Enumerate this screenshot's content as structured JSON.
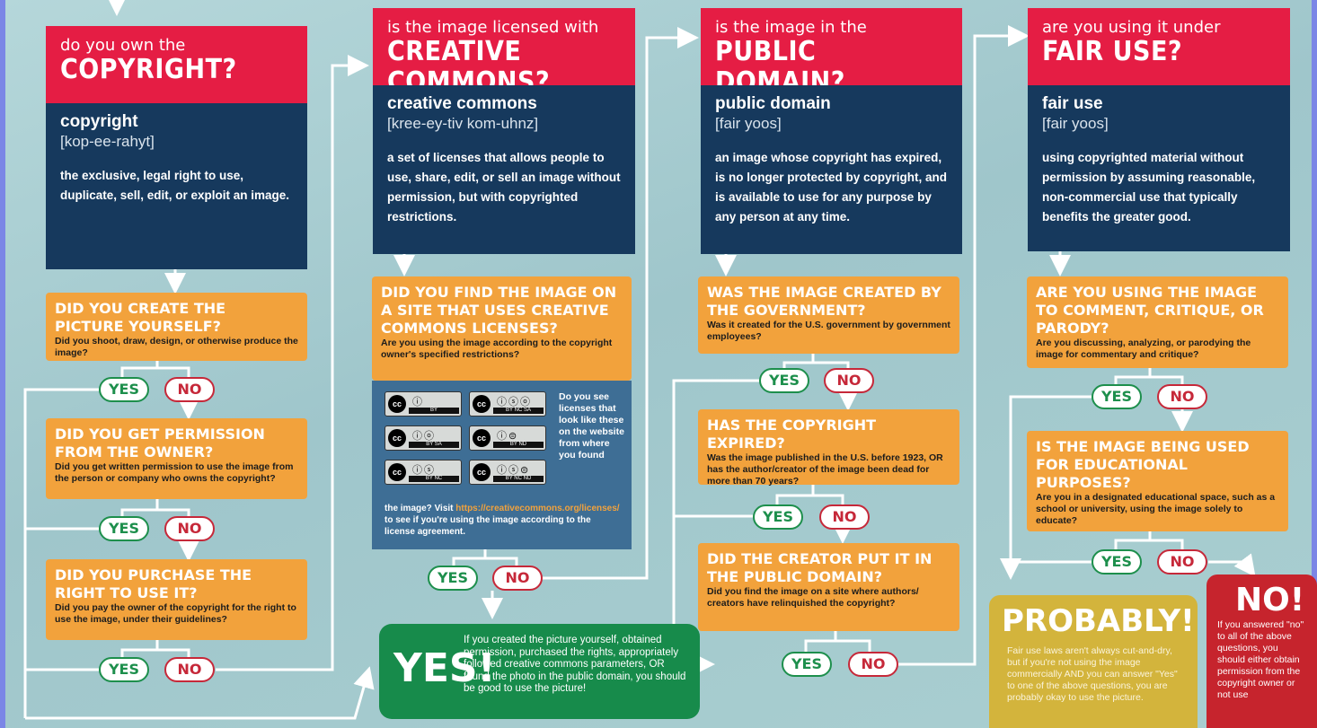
{
  "col1": {
    "head_small": "do you own the",
    "head_big": "COPYRIGHT?",
    "term": "copyright",
    "pron": "[kop-ee-rahyt]",
    "definition": "the exclusive, legal right to use, duplicate, sell, edit, or exploit an image.",
    "q1_title": "DID YOU CREATE THE PICTURE YOURSELF?",
    "q1_sub": "Did you shoot, draw, design, or otherwise produce the image?",
    "q2_title": "DID YOU GET PERMISSION FROM THE OWNER?",
    "q2_sub": "Did you get written permission to use the image from the person or company who owns the copyright?",
    "q3_title": "DID YOU PURCHASE THE RIGHT TO USE IT?",
    "q3_sub": "Did you pay the owner of the copyright for the right to use the image, under their guidelines?"
  },
  "col2": {
    "head_small": "is the image licensed with",
    "head_big": "CREATIVE COMMONS?",
    "term": "creative commons",
    "pron": "[kree-ey-tiv kom-uhnz]",
    "definition": "a set of licenses that allows people to use, share, edit, or sell an image without permission, but with copyrighted restrictions.",
    "q1_title": "DID YOU FIND THE IMAGE ON A SITE THAT USES CREATIVE COMMONS LICENSES?",
    "q1_sub": "Are you using the image according to the copyright owner's specified restrictions?",
    "panel_side": "Do you see licenses that look like these on the website from where you found",
    "panel_bottom_a": "the image? Visit",
    "panel_link": "https://creativecommons.org/licenses/",
    "panel_bottom_b": "to see if you're using the image according to the license agreement.",
    "badges": [
      {
        "label": "cc",
        "sym": "ⓘ",
        "bar": "BY"
      },
      {
        "label": "cc",
        "sym": "ⓘⓢⓞ",
        "bar": "BY NC SA"
      },
      {
        "label": "cc",
        "sym": "ⓘⓞ",
        "bar": "BY SA"
      },
      {
        "label": "cc",
        "sym": "ⓘ⊜",
        "bar": "BY ND"
      },
      {
        "label": "cc",
        "sym": "ⓘⓢ",
        "bar": "BY NC"
      },
      {
        "label": "cc",
        "sym": "ⓘⓢ⊜",
        "bar": "BY NC ND"
      }
    ]
  },
  "col3": {
    "head_small": "is the image in the",
    "head_big": "PUBLIC DOMAIN?",
    "term": "public domain",
    "pron": "[fair yoos]",
    "definition": "an image whose copyright has expired, is no longer protected by copyright, and is available to use for any purpose by any person at any time.",
    "q1_title": "WAS THE IMAGE CREATED BY THE GOVERNMENT?",
    "q1_sub": "Was it created for the U.S. government by government employees?",
    "q2_title": "HAS THE COPYRIGHT EXPIRED?",
    "q2_sub": "Was the image published in the U.S. before 1923, OR has the author/creator of the image been dead for more than 70 years?",
    "q3_title": "DID THE CREATOR PUT IT IN THE PUBLIC DOMAIN?",
    "q3_sub": "Did you find the image on a site where authors/ creators have relinquished the copyright?"
  },
  "col4": {
    "head_small": "are you using it under",
    "head_big": "FAIR USE?",
    "term": "fair use",
    "pron": "[fair yoos]",
    "definition": "using copyrighted material without permission by assuming reasonable, non-commercial use that typically benefits the greater good.",
    "q1_title": "ARE YOU USING THE IMAGE TO COMMENT, CRITIQUE, OR PARODY?",
    "q1_sub": "Are you discussing, analyzing, or parodying the image for commentary and critique?",
    "q2_title": "IS THE IMAGE BEING USED FOR EDUCATIONAL PURPOSES?",
    "q2_sub": "Are you in a designated educational space, such as a school or university, using the image solely to educate?"
  },
  "yes_label": "YES",
  "no_label": "NO",
  "final_yes": {
    "big": "YES!",
    "text": "If you created the picture yourself, obtained permission, purchased the rights, appropriately followed creative commons parameters, OR found the photo in the public domain, you should be good to use the picture!"
  },
  "probably": {
    "big": "PROBABLY!",
    "text": "Fair use laws aren't always cut-and-dry, but if you're not using the image commercially AND you can answer \"Yes\" to one of the above questions, you are probably okay to use the picture."
  },
  "final_no": {
    "big": "NO!",
    "text": "If you answered \"no\" to all of the above questions, you should either obtain permission from the copyright owner or not use"
  },
  "colors": {
    "header_red": "#e51d44",
    "definition_navy": "#16395d",
    "question_orange": "#f2a23c",
    "yes_green": "#1d8f4c",
    "no_red": "#c62839",
    "probably_gold": "#d3b43c"
  }
}
